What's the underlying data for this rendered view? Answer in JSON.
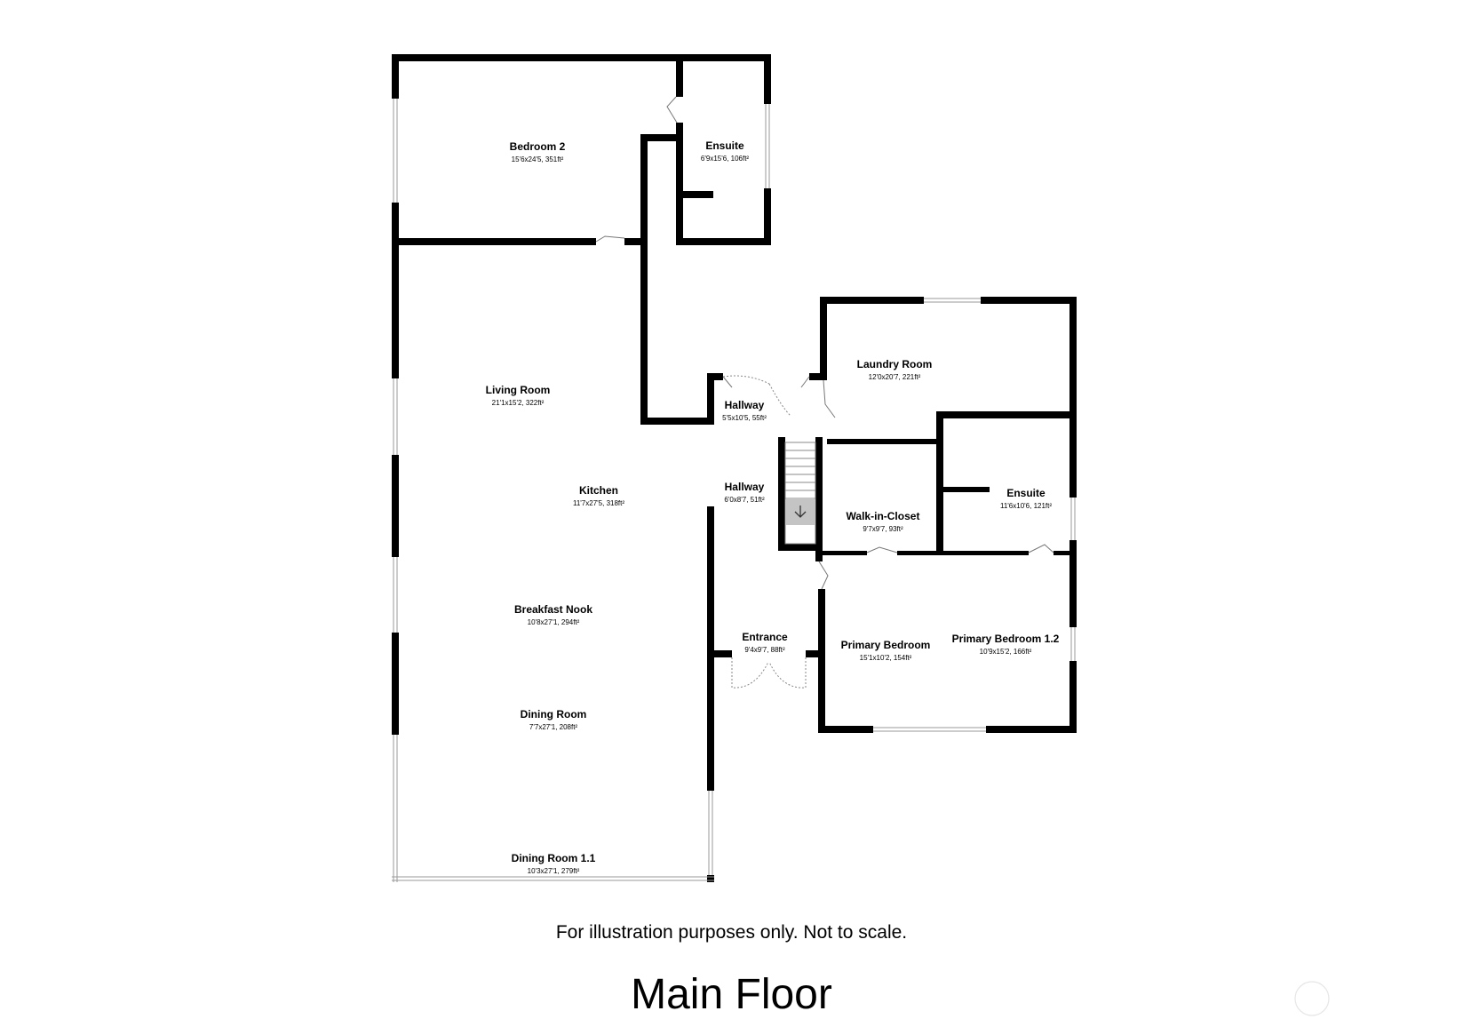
{
  "rooms": [
    {
      "id": "bedroom-2",
      "name": "Bedroom 2",
      "dims": "15'6x24'5, 351ft²"
    },
    {
      "id": "ensuite-upper",
      "name": "Ensuite",
      "dims": "6'9x15'6, 106ft²"
    },
    {
      "id": "living-room",
      "name": "Living Room",
      "dims": "21'1x15'2, 322ft²"
    },
    {
      "id": "hallway-upper",
      "name": "Hallway",
      "dims": "5'5x10'5, 55ft²"
    },
    {
      "id": "laundry-room",
      "name": "Laundry Room",
      "dims": "12'0x20'7, 221ft²"
    },
    {
      "id": "kitchen",
      "name": "Kitchen",
      "dims": "11'7x27'5, 318ft²"
    },
    {
      "id": "hallway-lower",
      "name": "Hallway",
      "dims": "6'0x8'7, 51ft²"
    },
    {
      "id": "ensuite-lower",
      "name": "Ensuite",
      "dims": "11'6x10'6, 121ft²"
    },
    {
      "id": "walk-in-closet",
      "name": "Walk-in-Closet",
      "dims": "9'7x9'7, 93ft²"
    },
    {
      "id": "breakfast-nook",
      "name": "Breakfast Nook",
      "dims": "10'8x27'1, 294ft²"
    },
    {
      "id": "entrance",
      "name": "Entrance",
      "dims": "9'4x9'7, 88ft²"
    },
    {
      "id": "primary-bedroom",
      "name": "Primary Bedroom",
      "dims": "15'1x10'2, 154ft²"
    },
    {
      "id": "primary-bedroom-1-2",
      "name": "Primary Bedroom 1.2",
      "dims": "10'9x15'2, 166ft²"
    },
    {
      "id": "dining-room",
      "name": "Dining Room",
      "dims": "7'7x27'1, 208ft²"
    },
    {
      "id": "dining-room-1-1",
      "name": "Dining Room 1.1",
      "dims": "10'3x27'1, 279ft²"
    }
  ],
  "disclaimer": "For illustration purposes only. Not to scale.",
  "floor_title": "Main Floor",
  "icons": {
    "stairs_direction": "arrow-down-icon"
  },
  "colors": {
    "wall": "#000000",
    "window": "#9a9a9a",
    "background": "#ffffff"
  }
}
